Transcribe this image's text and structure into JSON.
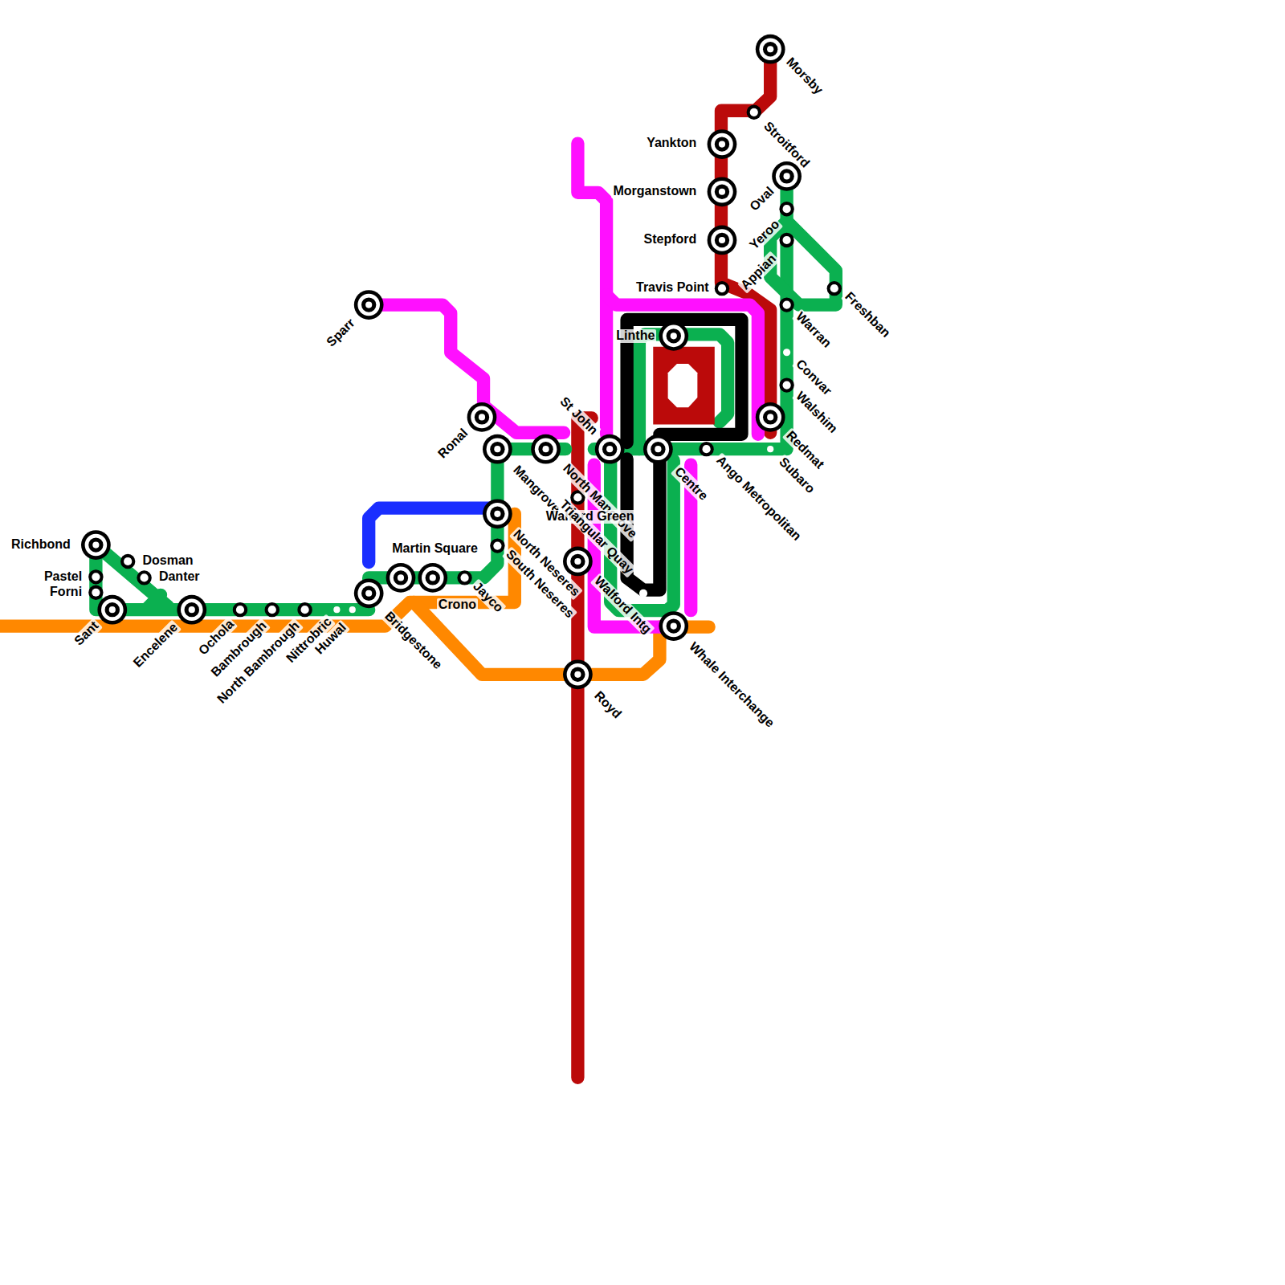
{
  "diagram": {
    "labels": [
      "Morsby",
      "Stroitford",
      "Yankton",
      "Morganstown",
      "Stepford",
      "Travis Point",
      "Oval",
      "Yeroo",
      "Appian",
      "Freshban",
      "Warran",
      "Convar",
      "Walshim",
      "Redmat",
      "Subaro",
      "Linthe",
      "St John",
      "Centre",
      "Ango Metropolitan",
      "Mangrove",
      "North Mangrove",
      "Walford Green",
      "Triangular Quay",
      "North Neseres",
      "South Neseres",
      "Walford Intg",
      "Ronal",
      "Sparr",
      "Martin Square",
      "Jayco",
      "Crono",
      "Bridgestone",
      "Royd",
      "Whale Interchange",
      "Richbond",
      "Dosman",
      "Danter",
      "Pastel",
      "Forni",
      "Sant",
      "Encelene",
      "Ochola",
      "Bambrough",
      "North Bambrough",
      "Nittrobric",
      "Huwal"
    ]
  }
}
